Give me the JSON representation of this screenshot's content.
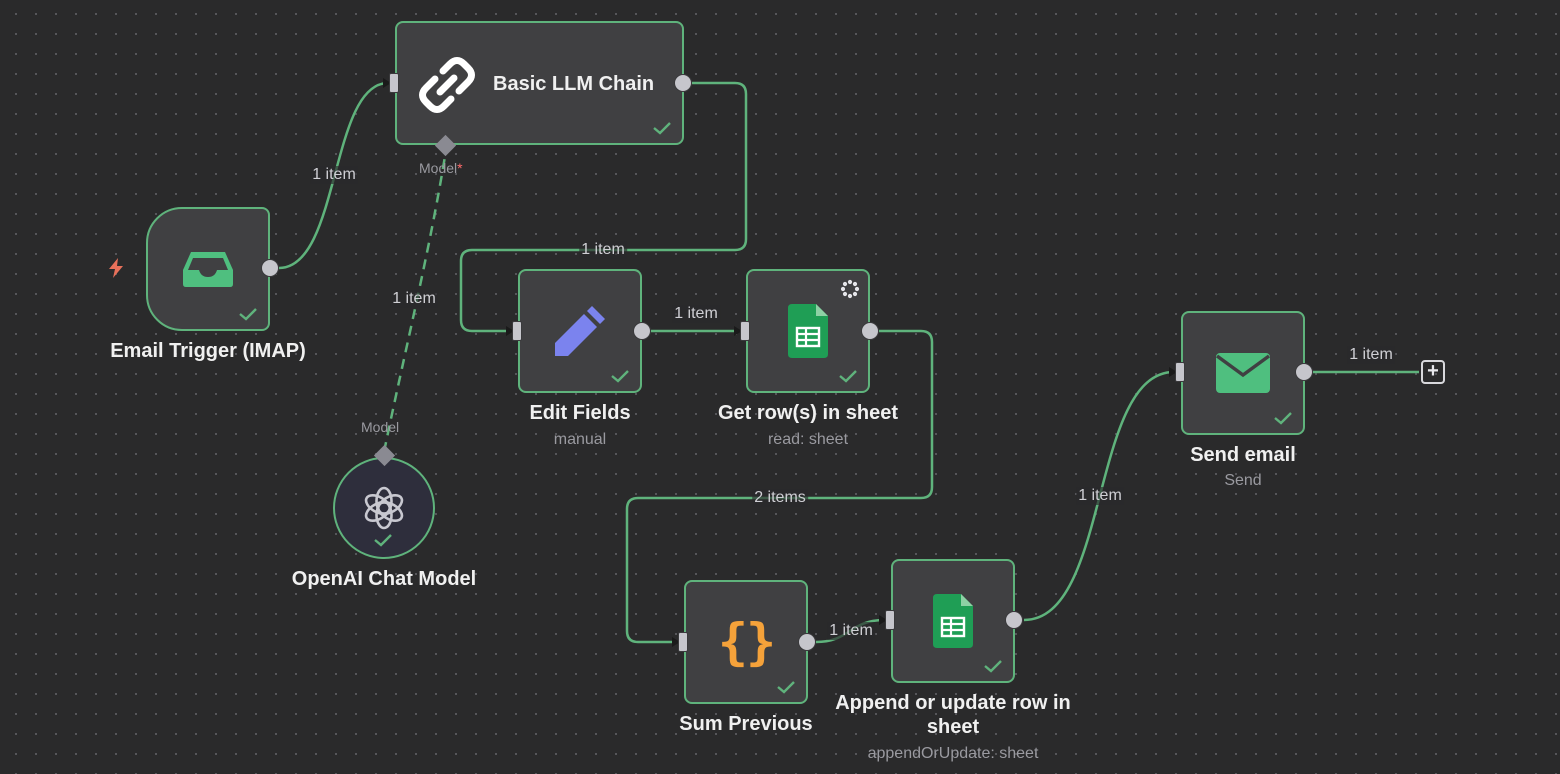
{
  "nodes": {
    "email_trigger": {
      "title": "Email Trigger (IMAP)",
      "subtitle": ""
    },
    "basic_llm_chain": {
      "title": "Basic LLM Chain",
      "port_label": "Model",
      "required_mark": "*"
    },
    "openai_chat_model": {
      "title": "OpenAI Chat Model",
      "port_label": "Model"
    },
    "edit_fields": {
      "title": "Edit Fields",
      "subtitle": "manual"
    },
    "get_rows": {
      "title": "Get row(s) in sheet",
      "subtitle": "read: sheet"
    },
    "sum_previous": {
      "title": "Sum Previous",
      "subtitle": ""
    },
    "append_update": {
      "title": "Append or update row in sheet",
      "subtitle": "appendOrUpdate: sheet"
    },
    "send_email": {
      "title": "Send email",
      "subtitle": "Send"
    }
  },
  "edges": {
    "trigger_to_chain": "1 item",
    "model_to_chain": "1 item",
    "chain_to_edit": "1 item",
    "edit_to_get": "1 item",
    "get_to_sum": "2 items",
    "sum_to_append": "1 item",
    "append_to_send": "1 item",
    "send_out": "1 item"
  },
  "colors": {
    "success_border": "#5fb37c",
    "trigger_bolt": "#e8705a",
    "edit_icon": "#7b83ee",
    "sheets_green": "#1f9e55",
    "code_orange": "#f5a23a",
    "email_green": "#4fbf7f"
  },
  "icons": {
    "trigger": "inbox-icon",
    "chain": "link-icon",
    "openai": "openai-icon",
    "edit": "pencil-icon",
    "sheets": "google-sheets-icon",
    "code": "curly-braces-icon",
    "email": "envelope-icon"
  }
}
